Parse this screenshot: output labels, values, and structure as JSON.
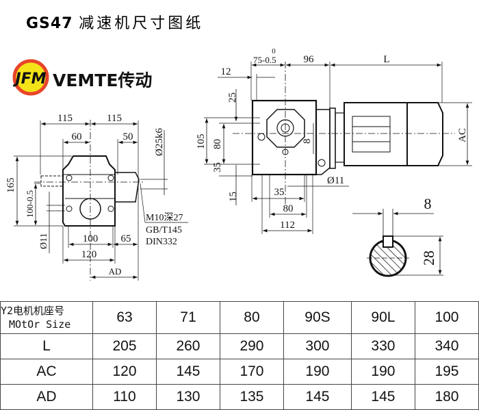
{
  "header": {
    "model": "GS47",
    "title_cn": "减速机尺寸图纸"
  },
  "brand": {
    "logo_letters": "JFM",
    "name": "VEMTE传动",
    "logo_ring_color": "#e8452a",
    "logo_fill_color": "#f5e31a"
  },
  "front_view": {
    "dim_115_left": "115",
    "dim_115_right": "115",
    "dim_60": "60",
    "dim_50": "50",
    "shaft_dia": "Ø25k6",
    "dim_165": "165",
    "dim_100_tol": "100-0.5",
    "hole_dia": "Ø11",
    "dim_100": "100",
    "dim_65": "65",
    "dim_120": "120",
    "dim_ad": "AD",
    "note_thread": "M10深27",
    "note_std1": "GB/T145",
    "note_std2": "DIN332"
  },
  "side_view": {
    "tol_upper": "0",
    "dim_75": "75-0.5",
    "dim_96": "96",
    "dim_L": "L",
    "dim_12": "12",
    "dim_25": "25",
    "dim_105": "105",
    "dim_80v": "80",
    "dim_35v": "35",
    "dim_15": "15",
    "dim_8v": "8",
    "hole_dia": "Ø11",
    "dim_35": "35",
    "dim_80": "80",
    "dim_112": "112",
    "dim_ac": "AC"
  },
  "shaft_section": {
    "key_width": "8",
    "height": "28"
  },
  "table": {
    "header_cn": "Y2电机机座号",
    "header_en": "MOtOr Size",
    "sizes": [
      "63",
      "71",
      "80",
      "90S",
      "90L",
      "100"
    ],
    "rows": [
      {
        "label": "L",
        "values": [
          "205",
          "260",
          "290",
          "300",
          "330",
          "340"
        ]
      },
      {
        "label": "AC",
        "values": [
          "120",
          "145",
          "170",
          "190",
          "190",
          "195"
        ]
      },
      {
        "label": "AD",
        "values": [
          "110",
          "130",
          "135",
          "145",
          "145",
          "180"
        ]
      }
    ]
  }
}
